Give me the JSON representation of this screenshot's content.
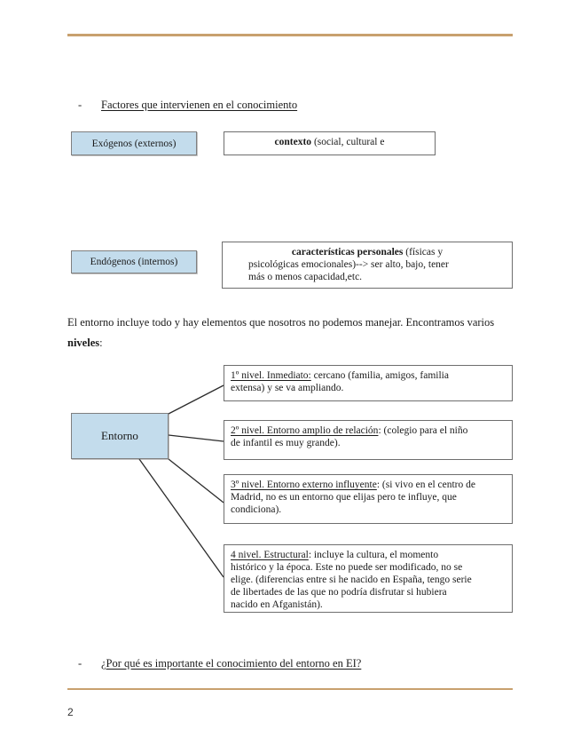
{
  "document": {
    "page_number": "2",
    "rule_color": "#c8a06e",
    "box_fill_blue": "#c3dcec",
    "box_border_gray": "#7f7f7f"
  },
  "heading_bullets": {
    "dash": "-",
    "top_heading": "Factores que intervienen en el conocimiento",
    "bottom_heading": "¿Por qué es importante el conocimiento del entorno en EI?"
  },
  "factors": [
    {
      "label": "Exógenos (externos)",
      "detail_bold": "contexto",
      "detail_rest": " (social, cultural e"
    },
    {
      "label": "Endógenos (internos)",
      "detail_bold": "características personales",
      "detail_rest": " (físicas y",
      "detail_line2": "psicológicas emocionales)--> ser alto, bajo, tener",
      "detail_line3": "más o menos capacidad,etc."
    }
  ],
  "paragraph": {
    "line1": "El entorno incluye todo y hay elementos que nosotros no podemos manejar. Encontramos varios",
    "line2_bold": "niveles",
    "line2_rest": ":"
  },
  "environment": {
    "center_label": "Entorno",
    "levels": [
      {
        "title": "1º nivel. Inmediato:",
        "lines": [
          " cercano (familia, amigos, familia",
          "extensa) y se va ampliando."
        ]
      },
      {
        "title": "2º nivel. Entorno amplio de relación",
        "lines": [
          ": (colegio para el niño",
          "de infantil es muy grande)."
        ]
      },
      {
        "title": "3º nivel. Entorno externo influyente",
        "lines": [
          ": (si vivo en el centro de",
          "Madrid, no es un entorno que elijas pero te influye, que",
          "condiciona)."
        ]
      },
      {
        "title": "4 nivel. Estructural",
        "lines": [
          ": incluye la cultura, el momento",
          "histórico y la época. Este no puede ser modificado, no se",
          "elige. (diferencias entre si he nacido en España, tengo serie",
          "de libertades de las que no podría disfrutar si hubiera",
          "nacido en Afganistán)."
        ]
      }
    ]
  }
}
